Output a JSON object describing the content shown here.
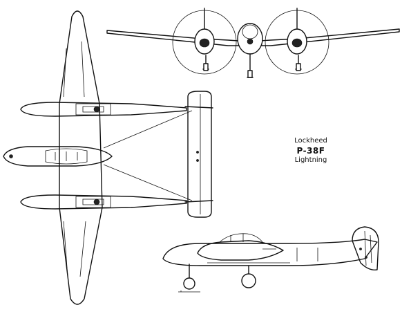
{
  "caption": {
    "maker": "Lockheed",
    "model": "P-38F",
    "name": "Lightning"
  }
}
